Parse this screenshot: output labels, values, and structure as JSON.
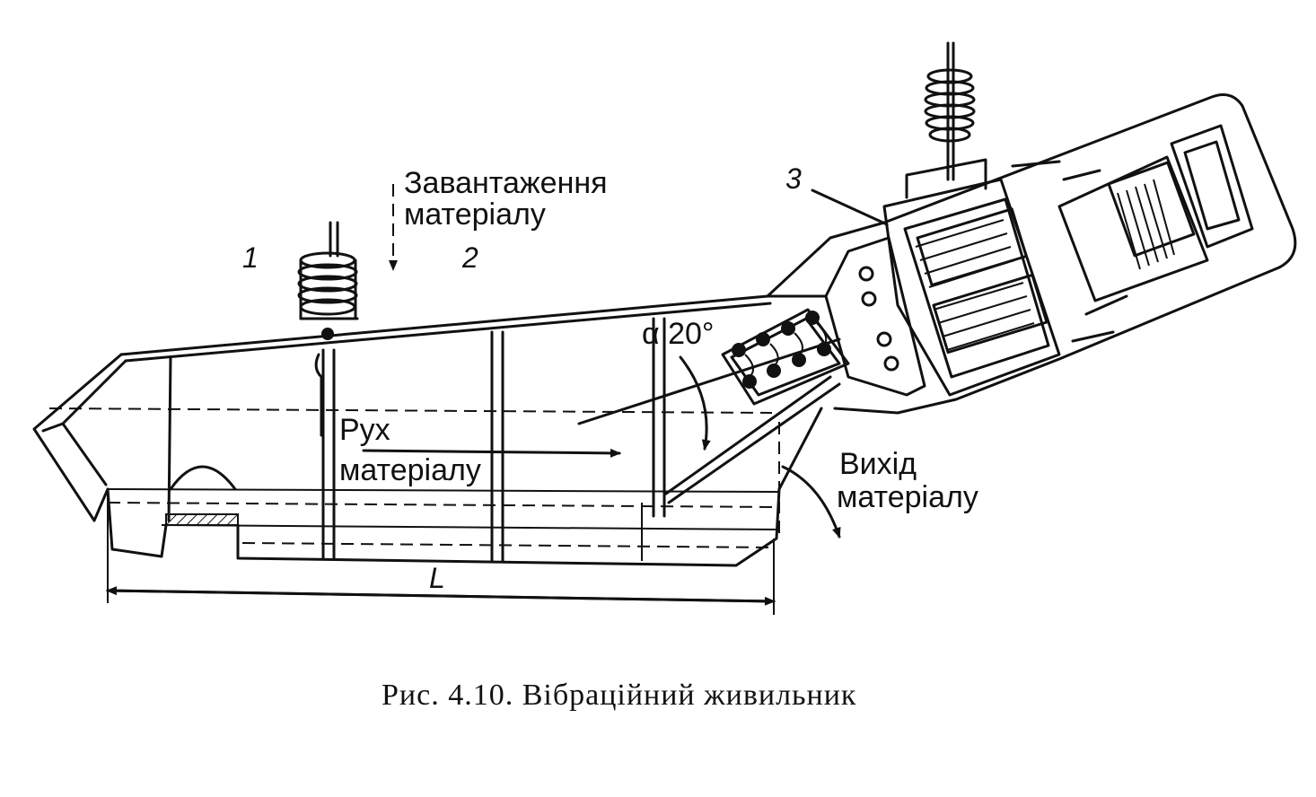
{
  "labels": {
    "loading_line1": "Завантаження",
    "loading_line2": "матеріалу",
    "movement_line1": "Рух",
    "movement_line2": "матеріалу",
    "exit_line1": "Вихід",
    "exit_line2": "матеріалу",
    "angle": "α 20°",
    "length": "L",
    "part_1": "1",
    "part_2": "2",
    "part_3": "3"
  },
  "caption": "Рис. 4.10. Вібраційний живильник"
}
